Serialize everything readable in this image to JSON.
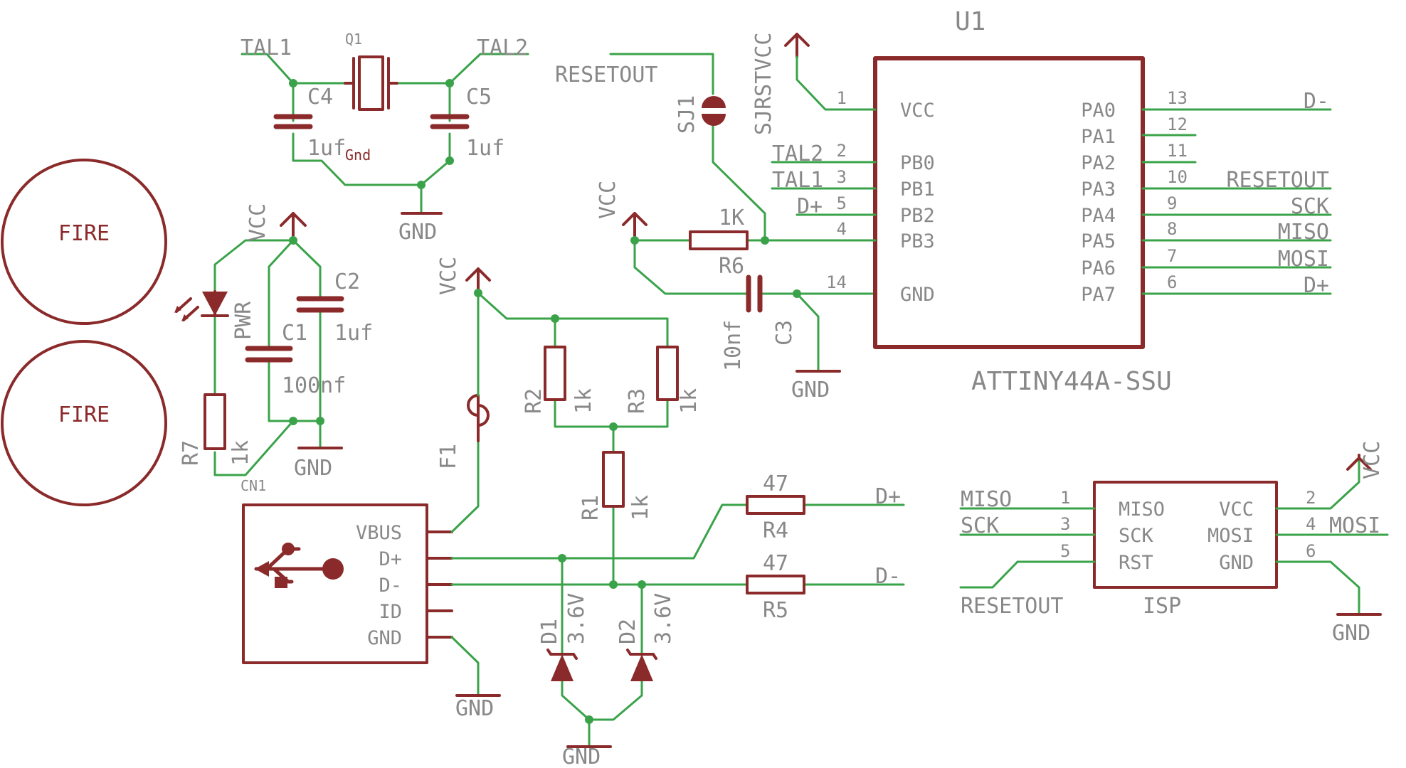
{
  "u1": {
    "ref": "U1",
    "part": "ATTINY44A-SSU",
    "left_pins": [
      "VCC",
      "PB0",
      "PB1",
      "PB2",
      "PB3",
      "GND"
    ],
    "left_pin_numbers": [
      "1",
      "2",
      "3",
      "5",
      "4",
      "14"
    ],
    "right_pins": [
      "PA0",
      "PA1",
      "PA2",
      "PA3",
      "PA4",
      "PA5",
      "PA6",
      "PA7"
    ],
    "right_pin_numbers": [
      "13",
      "12",
      "11",
      "10",
      "9",
      "8",
      "7",
      "6"
    ]
  },
  "nets": {
    "tal1": "TAL1",
    "tal2": "TAL2",
    "tal2_pb0": "TAL2",
    "tal1_pb1": "TAL1",
    "dplus_pb2": "D+",
    "resetout": "RESETOUT",
    "sjrstvcc": "SJRSTVCC",
    "dminus_pa0": "D-",
    "resetout_pa3": "RESETOUT",
    "sck_pa4": "SCK",
    "miso_pa5": "MISO",
    "mosi_pa6": "MOSI",
    "dplus_pa7": "D+",
    "dplus_r4": "D+",
    "dminus_r5": "D-",
    "isp_miso": "MISO",
    "isp_sck": "SCK",
    "isp_resetout": "RESETOUT",
    "isp_mosi": "MOSI"
  },
  "power": {
    "vcc": "VCC",
    "gnd": "GND"
  },
  "crystal": {
    "ref": "Q1",
    "gnd_label": "Gnd"
  },
  "caps": {
    "c4": {
      "ref": "C4",
      "value": "1uf"
    },
    "c5": {
      "ref": "C5",
      "value": "1uf"
    },
    "c1": {
      "ref": "C1",
      "value": "100nf"
    },
    "c2": {
      "ref": "C2",
      "value": "1uf"
    },
    "c3": {
      "ref": "C3",
      "value": "10nf"
    }
  },
  "resistors": {
    "r6": {
      "ref": "R6",
      "value": "1K"
    },
    "r7": {
      "ref": "R7",
      "value": "1k"
    },
    "r2": {
      "ref": "R2",
      "value": "1k"
    },
    "r3": {
      "ref": "R3",
      "value": "1k"
    },
    "r1": {
      "ref": "R1",
      "value": "1k"
    },
    "r4": {
      "ref": "R4",
      "value": "47"
    },
    "r5": {
      "ref": "R5",
      "value": "47"
    }
  },
  "solder_jumper": {
    "ref": "SJ1"
  },
  "led": {
    "ref": "PWR"
  },
  "connector_cn1": {
    "ref": "CN1"
  },
  "fuse": {
    "ref": "F1"
  },
  "diodes": {
    "d1": {
      "ref": "D1",
      "value": "3.6V"
    },
    "d2": {
      "ref": "D2",
      "value": "3.6V"
    }
  },
  "usb": {
    "pins": [
      "VBUS",
      "D+",
      "D-",
      "ID",
      "GND"
    ]
  },
  "isp": {
    "name": "ISP",
    "left_pins": [
      "MISO",
      "SCK",
      "RST"
    ],
    "left_pin_numbers": [
      "1",
      "3",
      "5"
    ],
    "right_pins": [
      "VCC",
      "MOSI",
      "GND"
    ],
    "right_pin_numbers": [
      "2",
      "4",
      "6"
    ]
  },
  "fire_labels": [
    "FIRE",
    "FIRE"
  ]
}
